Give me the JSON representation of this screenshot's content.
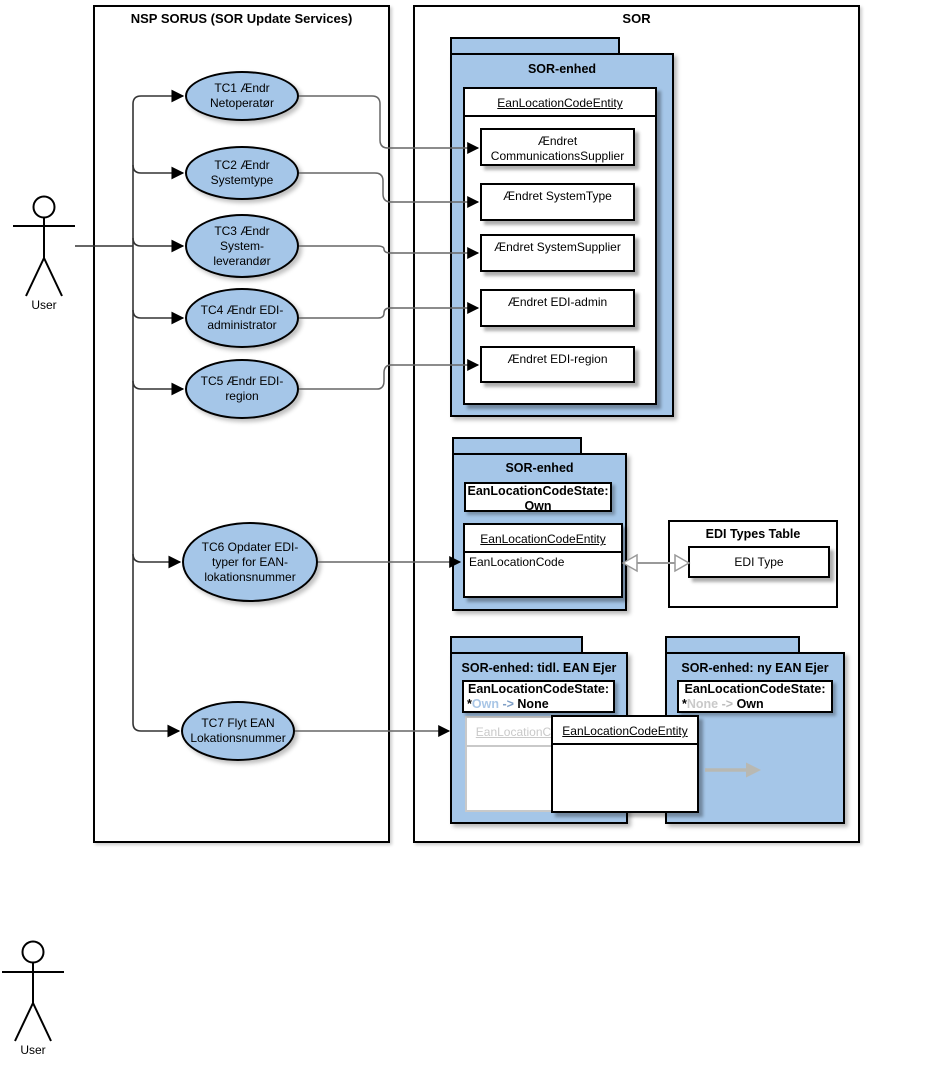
{
  "colors": {
    "shape_fill_blue": "#a5c6e8",
    "ghost_gray": "#c9c9c9",
    "connector_gray": "#666666",
    "state_prev_own": "#a9c6e6",
    "state_prev_arrow": "#7f9fc6",
    "state_new_none": "#c9c9c9",
    "move_arrow_gray": "#b8b8b2"
  },
  "left_panel": {
    "title": "NSP SORUS (SOR Update Services)"
  },
  "right_panel": {
    "title": "SOR"
  },
  "actors": {
    "top": {
      "label": "User"
    },
    "bottom": {
      "label": "User"
    }
  },
  "use_cases": [
    {
      "id": "TC1",
      "label": "TC1 Ændr Netoperatør"
    },
    {
      "id": "TC2",
      "label": "TC2 Ændr Systemtype"
    },
    {
      "id": "TC3",
      "label": "TC3 Ændr System-leverandør"
    },
    {
      "id": "TC4",
      "label": "TC4 Ændr EDI-administrator"
    },
    {
      "id": "TC5",
      "label": "TC5 Ændr EDI-region"
    },
    {
      "id": "TC6",
      "label": "TC6 Opdater EDI-typer for EAN-lokationsnummer"
    },
    {
      "id": "TC7",
      "label": "TC7 Flyt EAN Lokationsnummer"
    }
  ],
  "pkg_sor_enhed_top": {
    "title": "SOR-enhed",
    "entity_header": "EanLocationCodeEntity",
    "events": [
      "Ændret CommunicationsSupplier",
      "Ændret SystemType",
      "Ændret SystemSupplier",
      "Ændret EDI-admin",
      "Ændret EDI-region"
    ]
  },
  "pkg_sor_enhed_mid": {
    "title": "SOR-enhed",
    "state_label": "EanLocationCodeState:",
    "state_value": "Own",
    "entity_header": "EanLocationCodeEntity",
    "entity_attr": "EanLocationCode"
  },
  "edi_types_table": {
    "title": "EDI Types Table",
    "item": "EDI Type"
  },
  "pkg_prev_owner": {
    "title": "SOR-enhed: tidl. EAN Ejer",
    "state_label": "EanLocationCodeState:",
    "state_prefix": "*",
    "state_from": "Own",
    "state_arrow": "->",
    "state_to": "None",
    "ghost_entity_header": "EanLocationCodeEntity"
  },
  "pkg_new_owner": {
    "title": "SOR-enhed: ny EAN Ejer",
    "state_label": "EanLocationCodeState:",
    "state_prefix": "*",
    "state_from": "None",
    "state_arrow": "->",
    "state_to": "Own"
  },
  "moved_entity": {
    "header": "EanLocationCodeEntity"
  }
}
